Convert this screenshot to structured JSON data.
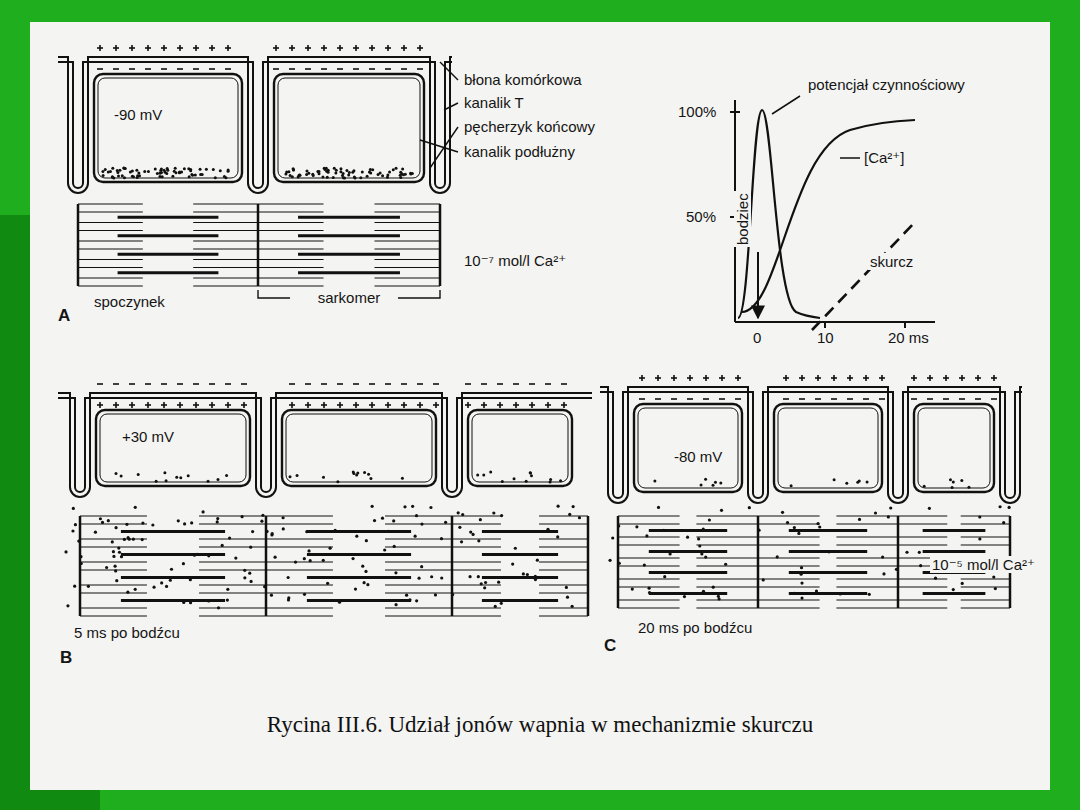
{
  "diagram": {
    "caption": "Rycina III.6. Udział jonów wapnia w mechanizmie skurczu",
    "labels": [
      "błona komórkowa",
      "kanalik T",
      "pęcherzyk końcowy",
      "kanalik podłużny",
      "-90 mV",
      "10⁻⁷ mol/l Ca²⁺",
      "spoczynek",
      "sarkomer",
      "A",
      "potencjał czynnościowy",
      "100%",
      "50%",
      "bodziec",
      "[Ca²⁺]",
      "skurcz",
      "0",
      "10",
      "20 ms",
      "+30 mV",
      "5 ms po bodźcu",
      "B",
      "-80 mV",
      "10⁻⁵ mol/l Ca²⁺",
      "20 ms po bodźcu",
      "C"
    ]
  }
}
